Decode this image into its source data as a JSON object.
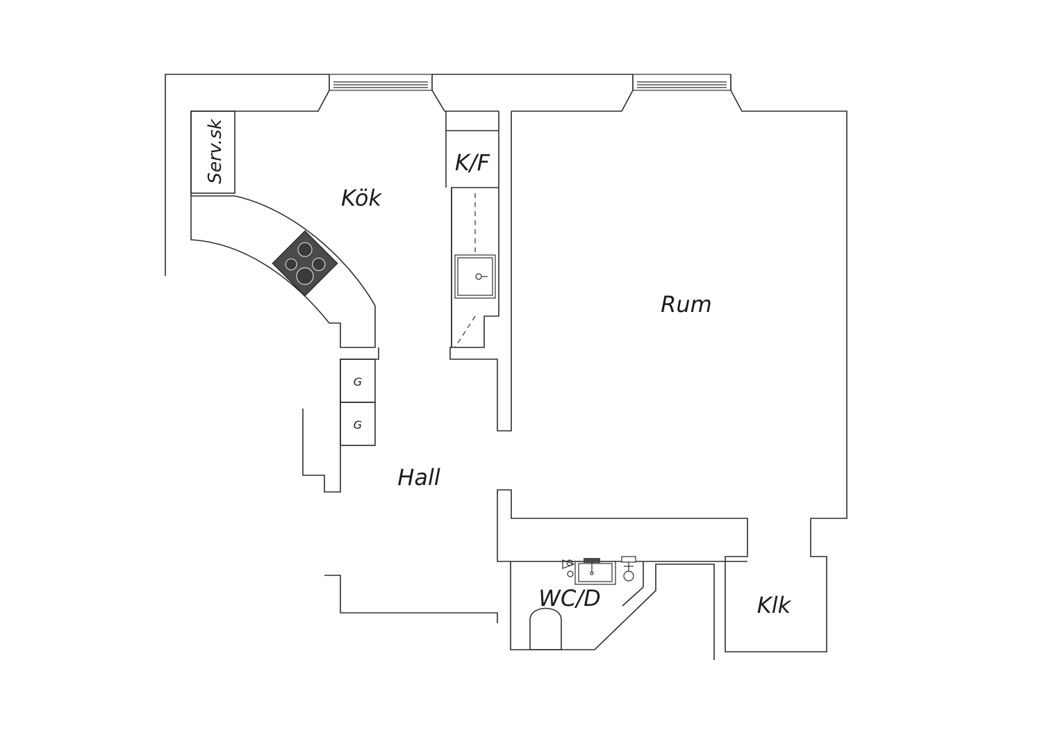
{
  "floorplan": {
    "rooms": {
      "kitchen": "Kök",
      "living_room": "Rum",
      "hall": "Hall",
      "bathroom": "WC/D",
      "closet": "Klk"
    },
    "fixtures": {
      "service_cabinet": "Serv.sk",
      "fridge_freezer": "K/F",
      "wardrobe_1": "G",
      "wardrobe_2": "G"
    },
    "icons": [
      "stove-icon",
      "sink-icon",
      "toilet-icon",
      "washbasin-icon",
      "shower-icon",
      "window-icon"
    ],
    "colors": {
      "line": "#2b2b2b",
      "stove": "#4a4a4a",
      "background": "#ffffff"
    }
  }
}
